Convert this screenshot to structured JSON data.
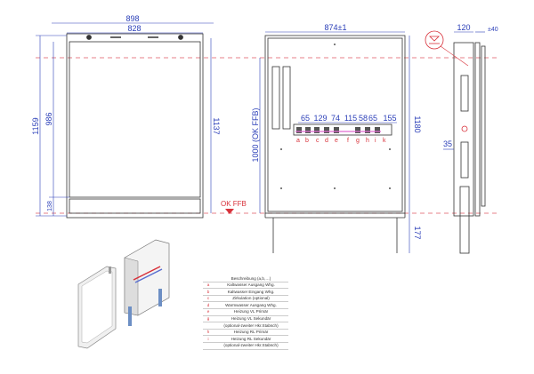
{
  "front_view": {
    "width_outer": "898",
    "width_inner": "828",
    "height_total": "1159",
    "height_door": "986",
    "height_bottom": "138",
    "height_right": "1137",
    "floor_label": "OK FFB"
  },
  "middle_view": {
    "width": "874±1",
    "height_floor": "1000 (OK FFB)",
    "height_total": "1180",
    "leg_height": "177",
    "spacings": [
      "65",
      "129",
      "74",
      "115",
      "58",
      "65",
      "155"
    ],
    "connection_letters": [
      "a",
      "b",
      "c",
      "d",
      "e",
      "f",
      "g",
      "h",
      "i",
      "k"
    ]
  },
  "side_view": {
    "depth": "120",
    "tolerance": "±40",
    "offset": "35"
  },
  "legend": {
    "header": "Beschreibung (a,b,…)",
    "rows": [
      {
        "key": "a",
        "text": "Kaltwasser Ausgang Whg."
      },
      {
        "key": "b",
        "text": "Kaltwasser Eingang Whg."
      },
      {
        "key": "c",
        "text": "Zirkulation (optional)"
      },
      {
        "key": "d",
        "text": "Warmwasser Ausgang Whg."
      },
      {
        "key": "e",
        "text": "Heizung VL Primär"
      },
      {
        "key": "g",
        "text": "Heizung VL Sekundär"
      },
      {
        "key": "",
        "text": "(optional-zweiter Hkr.Stabsch)"
      },
      {
        "key": "h",
        "text": "Heizung RL Primär"
      },
      {
        "key": "i",
        "text": "Heizung RL Sekundär"
      },
      {
        "key": "",
        "text": "(optional-zweiter Hkr.Stabsch)"
      }
    ]
  },
  "colors": {
    "dimension": "#2b3fb8",
    "marker": "#d8313a",
    "line": "#333333"
  }
}
